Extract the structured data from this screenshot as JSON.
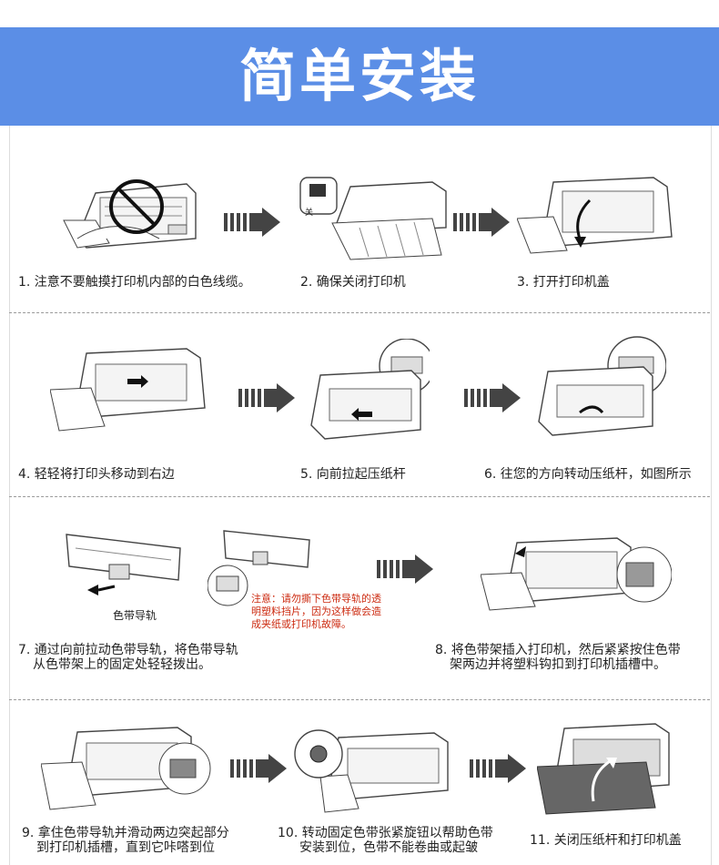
{
  "header": {
    "title": "简单安装",
    "bg_color": "#5b8ee6"
  },
  "steps": [
    {
      "id": 1,
      "caption": "1. 注意不要触摸打印机内部的白色线缆。"
    },
    {
      "id": 2,
      "caption": "2. 确保关闭打印机",
      "switch_label": "关"
    },
    {
      "id": 3,
      "caption": "3. 打开打印机盖"
    },
    {
      "id": 4,
      "caption": "4. 轻轻将打印头移动到右边"
    },
    {
      "id": 5,
      "caption": "5. 向前拉起压纸杆"
    },
    {
      "id": 6,
      "caption": "6. 往您的方向转动压纸杆，如图所示"
    },
    {
      "id": 7,
      "caption_line1": "7. 通过向前拉动色带导轨，将色带导轨",
      "caption_line2": "从色带架上的固定处轻轻拨出。",
      "ribbon_label": "色带导轨",
      "note_line1": "注意：请勿撕下色带导轨的透",
      "note_line2": "明塑料挡片，因为这样做会造",
      "note_line3": "成夹纸或打印机故障。"
    },
    {
      "id": 8,
      "caption_line1": "8. 将色带架插入打印机，然后紧紧按住色带",
      "caption_line2": "架两边并将塑料钩扣到打印机插槽中。"
    },
    {
      "id": 9,
      "caption_line1": "9. 拿住色带导轨并滑动两边突起部分",
      "caption_line2": "到打印机插槽，直到它咔嗒到位"
    },
    {
      "id": 10,
      "caption_line1": "10. 转动固定色带张紧旋钮以帮助色带",
      "caption_line2": "安装到位，色带不能卷曲或起皱"
    },
    {
      "id": 11,
      "caption": "11. 关闭压纸杆和打印机盖"
    }
  ],
  "icons": {
    "arrow": "right-arrow-icon",
    "prohibit": "prohibit-icon"
  },
  "colors": {
    "note": "#cc2a10",
    "arrow": "#444444"
  }
}
